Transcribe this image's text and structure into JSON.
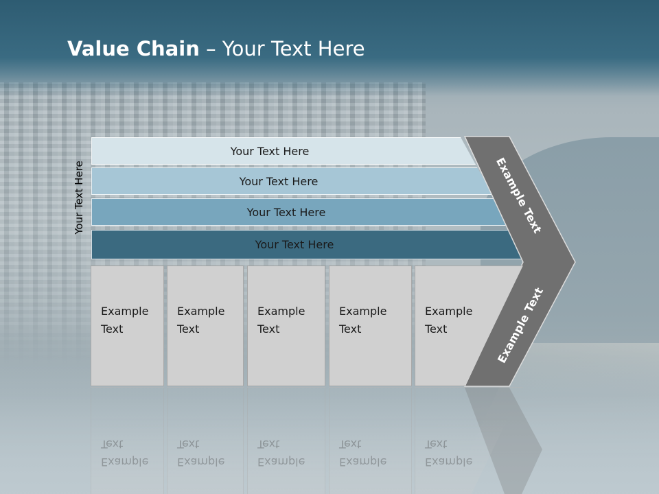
{
  "slide": {
    "title_bold": "Value Chain",
    "title_rest": " – Your Text Here",
    "side_label": "Your Text Here"
  },
  "bars": [
    {
      "label": "Your Text Here",
      "color": "#d6e4ea"
    },
    {
      "label": "Your Text Here",
      "color": "#a6c6d6"
    },
    {
      "label": "Your Text Here",
      "color": "#78a6bd"
    },
    {
      "label": "Your Text Here",
      "color": "#3b6a80"
    }
  ],
  "chevron": {
    "top_label": "Example Text",
    "bottom_label": "Example Text",
    "color": "#707070"
  },
  "boxes": [
    {
      "line1": "Example",
      "line2": "Text"
    },
    {
      "line1": "Example",
      "line2": "Text"
    },
    {
      "line1": "Example",
      "line2": "Text"
    },
    {
      "line1": "Example",
      "line2": "Text"
    },
    {
      "line1": "Example",
      "line2": "Text"
    }
  ],
  "colors": {
    "header": "#2e5c72",
    "box_fill": "#d0d0d0"
  }
}
